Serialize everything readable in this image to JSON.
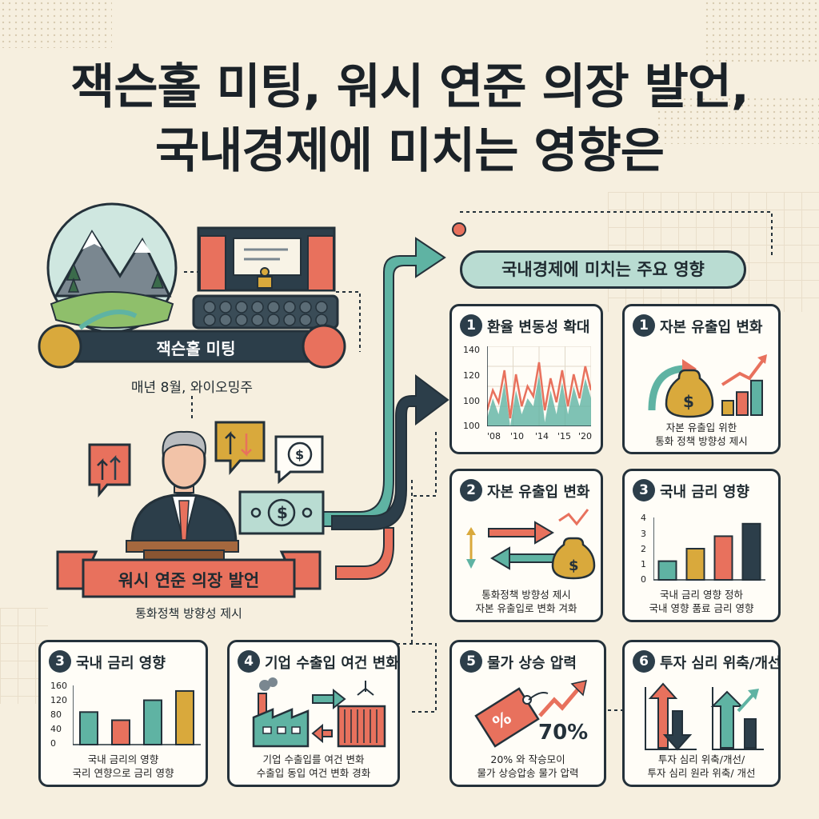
{
  "title": {
    "line1": "잭슨홀 미팅, 워시 연준 의장 발언,",
    "line2": "국내경제에 미치는 영향은"
  },
  "jackson": {
    "banner": "잭슨홀 미팅",
    "caption": "매년 8월, 와이오밍주"
  },
  "speech": {
    "banner": "워시 연준 의장 발언",
    "caption": "통화정책 방향성 제시"
  },
  "main_banner": "국내경제에 미치는 주요 영향",
  "cards": {
    "fx": {
      "num": "1",
      "title": "환율 변동성 확대"
    },
    "capital1": {
      "num": "1",
      "title": "자본 유출입 변화",
      "caption1": "자본 유출입 위한",
      "caption2": "통화 정책 방향성 제시"
    },
    "capital2": {
      "num": "2",
      "title": "자본 유출입 변화",
      "caption1": "통화정책 방향성 제시",
      "caption2": "자본 유출입로 변화 겨화"
    },
    "rate_right": {
      "num": "3",
      "title": "국내 금리 영향",
      "caption1": "국내 금리 영향 정하",
      "caption2": "국내 영향 품료 금리 영향"
    },
    "rate_left": {
      "num": "3",
      "title": "국내 금리 영향",
      "caption1": "국내 금리의 영향",
      "caption2": "국리 연향으로 금리 영향"
    },
    "trade": {
      "num": "4",
      "title": "기업 수출입 여건 변화",
      "caption1": "기업 수출입를 여건 변화",
      "caption2": "수출입 동입 여건 변화 경화"
    },
    "price": {
      "num": "5",
      "title": "물가 상승 압력",
      "pct": "70%",
      "tag": "%",
      "caption1": "20% 와 작승모이",
      "caption2": "물가 상승압송 물가 압력"
    },
    "invest": {
      "num": "6",
      "title": "투자 심리 위축/개선",
      "caption1": "투자 심리 위축/개선/",
      "caption2": "투자 심리 원라 위축/ 개선"
    }
  },
  "chart_data": [
    {
      "type": "area",
      "title": "환율 변동성 확대",
      "x": [
        "'08",
        "'10",
        "'14",
        "'15",
        "'20"
      ],
      "ylim": [
        100,
        140
      ],
      "yticks": [
        "140",
        "120",
        "100",
        "100"
      ],
      "series": [
        {
          "values": [
            108,
            118,
            112,
            128,
            104,
            126,
            110,
            120,
            115,
            132,
            108,
            124,
            112,
            128,
            110,
            126,
            114,
            130,
            118
          ]
        },
        {
          "values": [
            104,
            114,
            106,
            122,
            100,
            118,
            106,
            114,
            110,
            126,
            102,
            118,
            106,
            122,
            106,
            120,
            110,
            124,
            114
          ]
        }
      ]
    },
    {
      "type": "bar",
      "title": "국내 금리 영향",
      "categories": [
        "",
        "",
        "",
        ""
      ],
      "values": [
        1.2,
        2.0,
        2.8,
        3.6
      ],
      "ylim": [
        0,
        4
      ],
      "yticks": [
        "4",
        "3",
        "2",
        "1",
        "0"
      ]
    },
    {
      "type": "bar",
      "title": "국내 금리 영향",
      "categories": [
        "",
        "",
        "",
        ""
      ],
      "values": [
        88,
        66,
        120,
        145
      ],
      "ylim": [
        0,
        160
      ],
      "yticks": [
        "160",
        "120",
        "80",
        "40",
        "0"
      ]
    },
    {
      "type": "bar",
      "title": "자본 유출입 변화",
      "categories": [
        "",
        "",
        ""
      ],
      "values": [
        1,
        1.6,
        2.4
      ]
    }
  ],
  "colors": {
    "teal": "#5fb3a3",
    "coral": "#e8715d",
    "navy": "#2c3e4a",
    "mustard": "#d9a93c",
    "cream": "#f6efdf"
  }
}
